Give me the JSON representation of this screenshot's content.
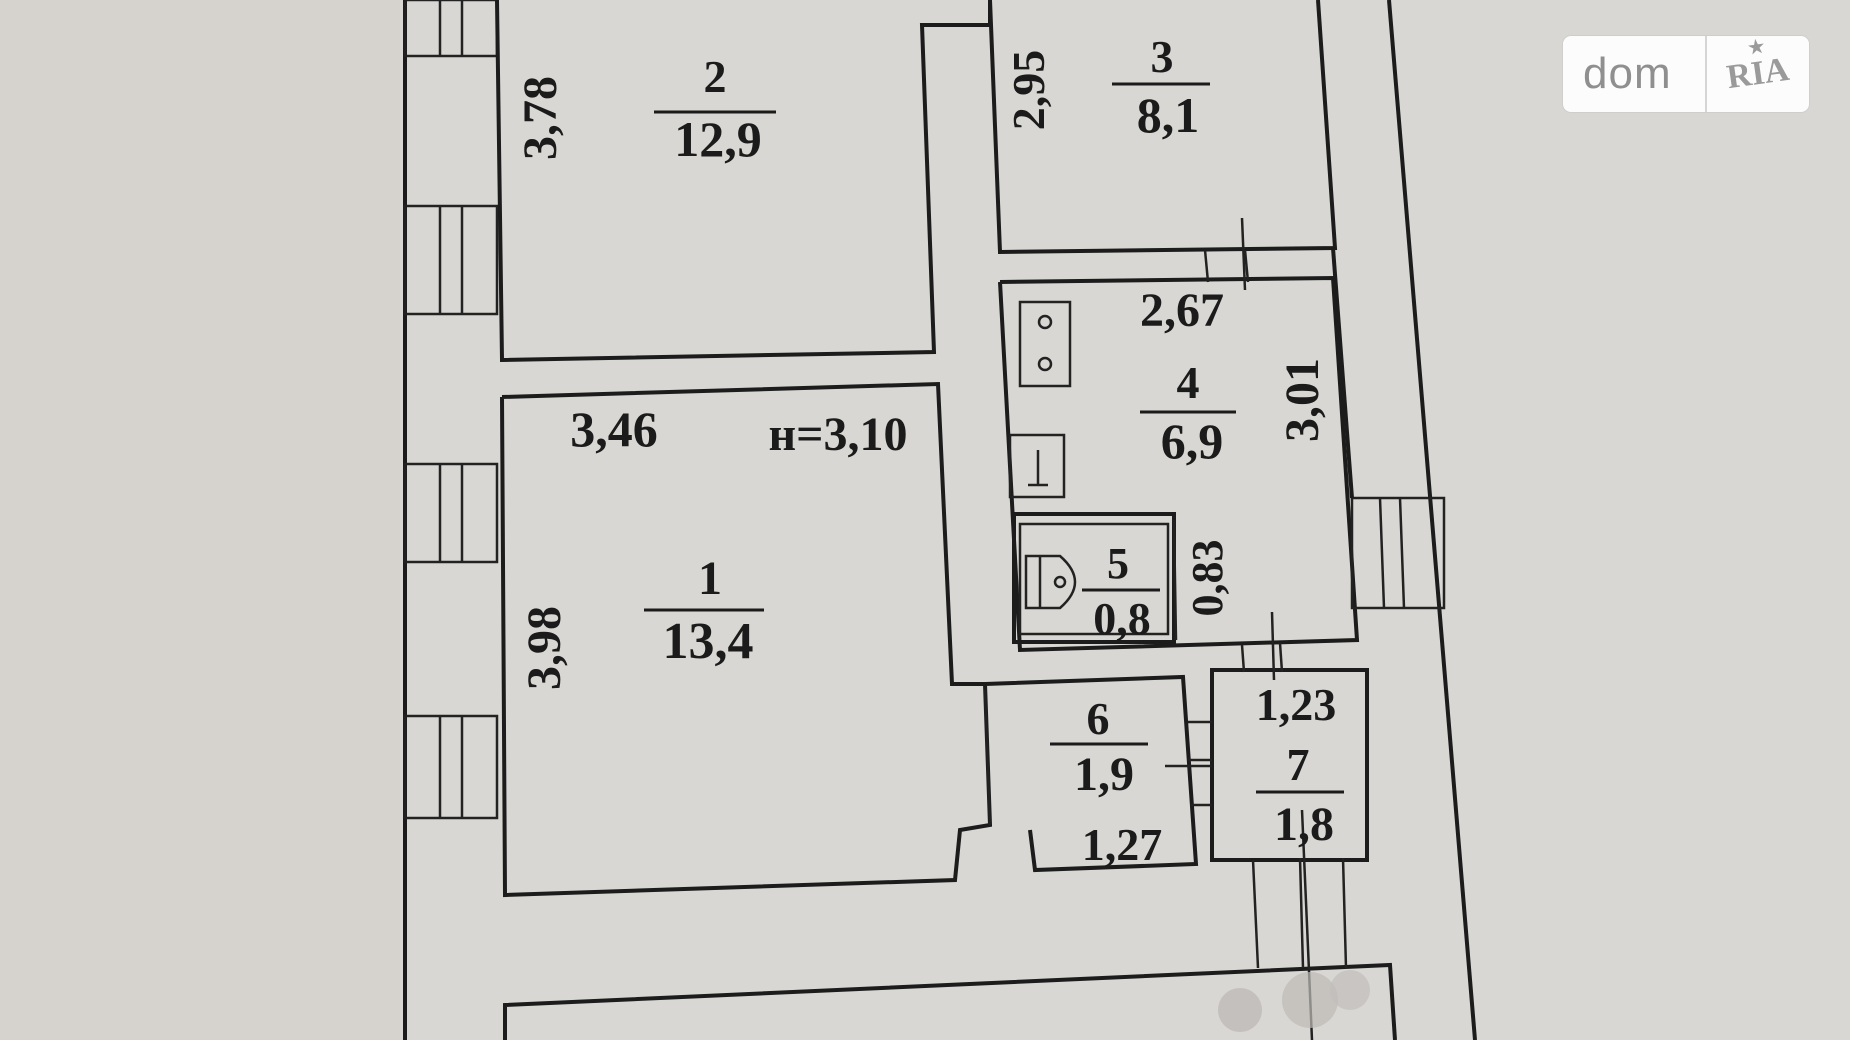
{
  "plan": {
    "ceiling_height": "н=3,10",
    "rooms": [
      {
        "number": "1",
        "area": "13,4"
      },
      {
        "number": "2",
        "area": "12,9"
      },
      {
        "number": "3",
        "area": "8,1"
      },
      {
        "number": "4",
        "area": "6,9"
      },
      {
        "number": "5",
        "area": "0,8"
      },
      {
        "number": "6",
        "area": "1,9"
      },
      {
        "number": "7",
        "area": "1,8"
      }
    ],
    "dimensions": {
      "room1_width": "3,46",
      "room1_height": "3,98",
      "room2_height": "3,78",
      "room3_height": "2,95",
      "room4_width": "2,67",
      "room4_height": "3,01",
      "room5_height": "0,83",
      "room6_width": "1,27",
      "room7_width": "1,23"
    }
  },
  "watermark": {
    "text_left": "dom",
    "text_right": "RIA"
  },
  "colors": {
    "paper": "#d9d7d3",
    "ink": "#1c1c1c",
    "watermark_bg": "#ffffff",
    "watermark_text": "#8f8f8f"
  }
}
